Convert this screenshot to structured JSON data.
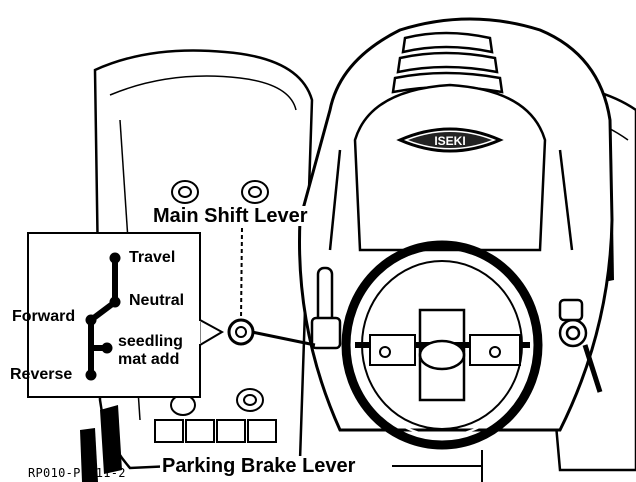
{
  "callouts": {
    "main_shift_lever": "Main Shift Lever",
    "parking_brake_lever": "Parking Brake Lever"
  },
  "shift_gate": {
    "travel": "Travel",
    "neutral": "Neutral",
    "forward": "Forward",
    "seedling_mat_add_line1": "seedling",
    "seedling_mat_add_line2": "mat add",
    "reverse": "Reverse"
  },
  "emblem_text": "ISEKI",
  "figure_code": "RP010-P1011-2",
  "colors": {
    "ink": "#000000",
    "paper": "#ffffff",
    "shade": "#8a8a8a"
  }
}
